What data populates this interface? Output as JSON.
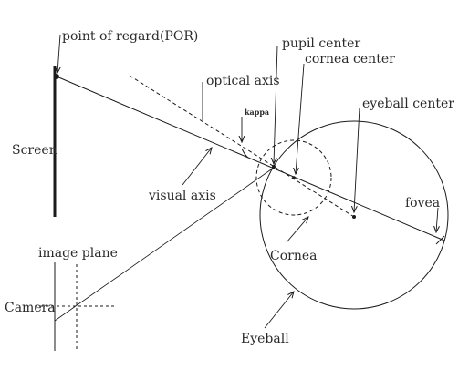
{
  "labels": {
    "por": "point of regard(POR)",
    "pupil_center": "pupil center",
    "cornea_center": "cornea center",
    "optical_axis": "optical axis",
    "eyeball_center": "eyeball center",
    "kappa": "kappa",
    "screen": "Screen",
    "visual_axis": "visual axis",
    "fovea": "fovea",
    "cornea": "Cornea",
    "image_plane": "image plane",
    "camera": "Camera",
    "eyeball": "Eyeball"
  }
}
